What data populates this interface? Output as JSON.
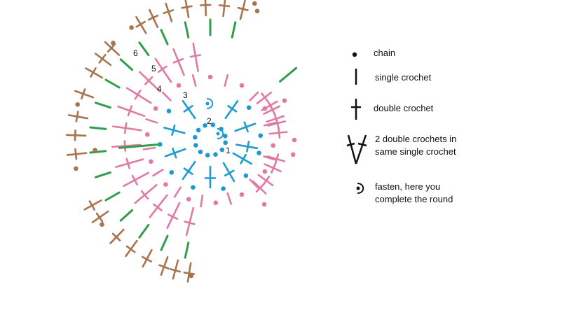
{
  "colors": {
    "round_1_2": "#1e9ad0",
    "round_3_4": "#e07aa3",
    "round_5": "#2e9e4a",
    "round_6": "#a8744f",
    "ink": "#111111"
  },
  "round_numbers": [
    "1",
    "2",
    "3",
    "4",
    "5",
    "6"
  ],
  "legend": [
    {
      "symbol": "chain",
      "label": "chain"
    },
    {
      "symbol": "single-crochet",
      "label": "single crochet"
    },
    {
      "symbol": "double-crochet",
      "label": "double crochet"
    },
    {
      "symbol": "two-dc-same-sc",
      "label": "2 double crochets in same single crochet"
    },
    {
      "symbol": "fasten",
      "label": "fasten, here you complete the round"
    }
  ]
}
